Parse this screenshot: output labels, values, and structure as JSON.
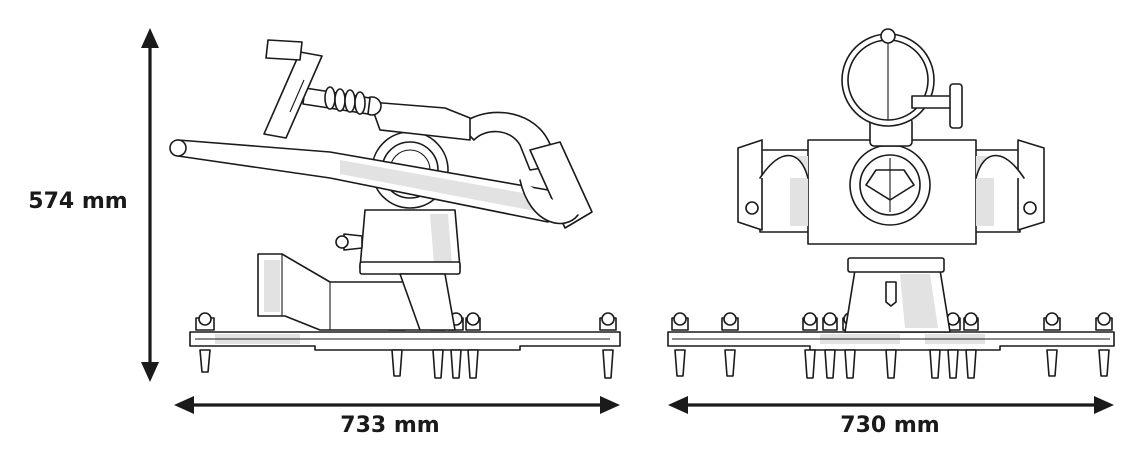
{
  "dimensions": {
    "height_label": "574 mm",
    "side_width_label": "733 mm",
    "front_width_label": "730 mm"
  },
  "colors": {
    "line": "#1a1a1a",
    "shade": "#e2e2e2",
    "background": "#ffffff"
  }
}
